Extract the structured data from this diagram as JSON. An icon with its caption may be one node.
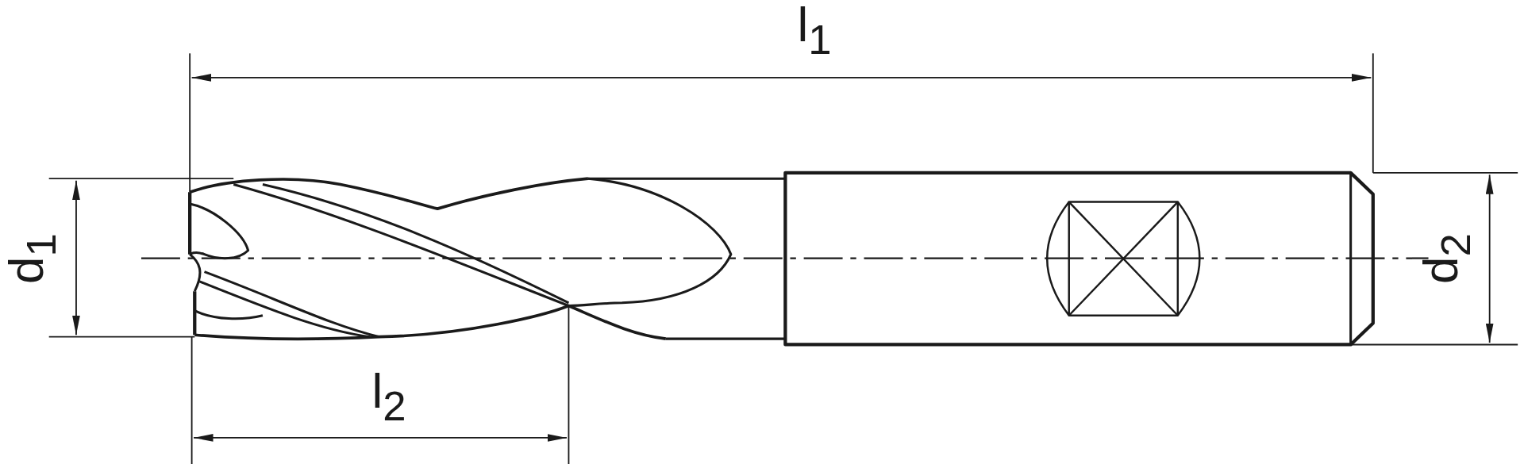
{
  "diagram": {
    "labels": [
      "l$_{1}$",
      "d$_{1}$",
      "d$_{2}$",
      "l$_{2}$"
    ]
  }
}
